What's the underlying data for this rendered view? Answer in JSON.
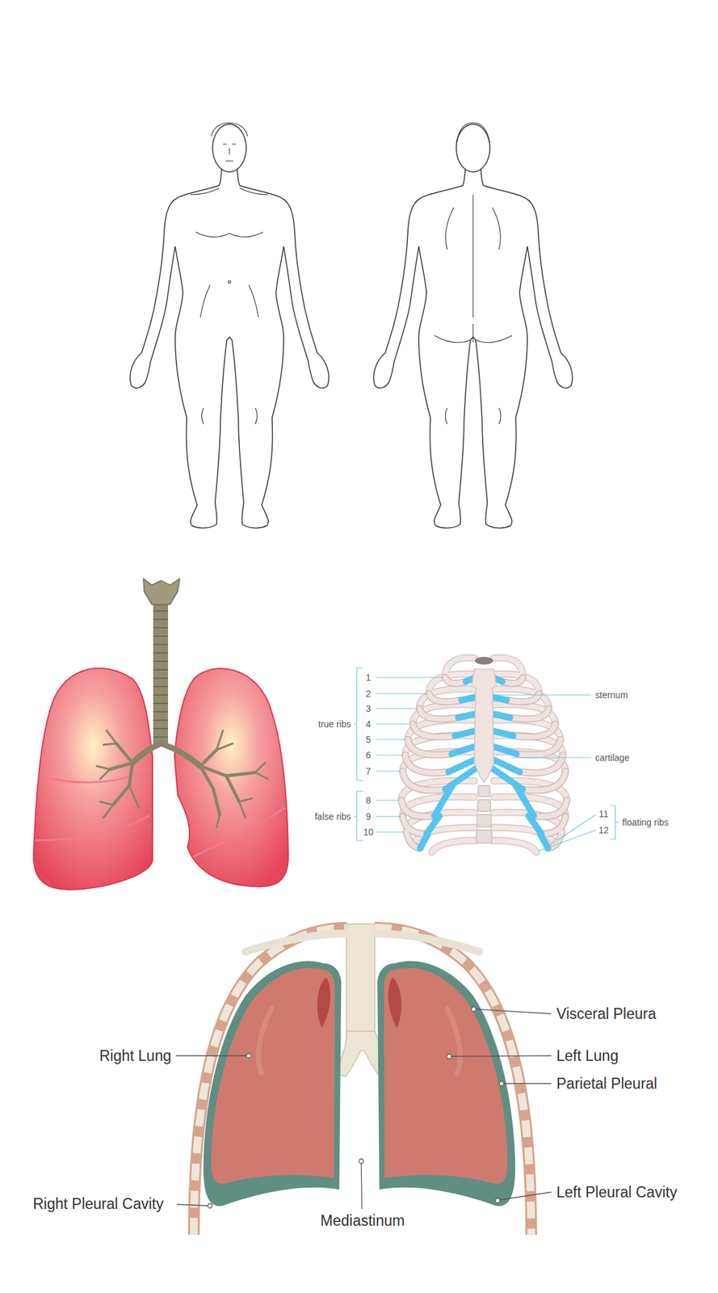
{
  "diagram": {
    "labels": [
      "1",
      "2",
      "3",
      "4",
      "5",
      "6",
      "7",
      "8",
      "9",
      "10",
      "true ribs",
      "false ribs",
      "sternum",
      "cartilage",
      "11",
      "12",
      "floating ribs",
      "Visceral Pleura",
      "Right Lung",
      "Left Lung",
      "Parietal Pleural",
      "Left Pleural Cavity",
      "Right Pleural Cavity",
      "Mediastinum"
    ]
  }
}
